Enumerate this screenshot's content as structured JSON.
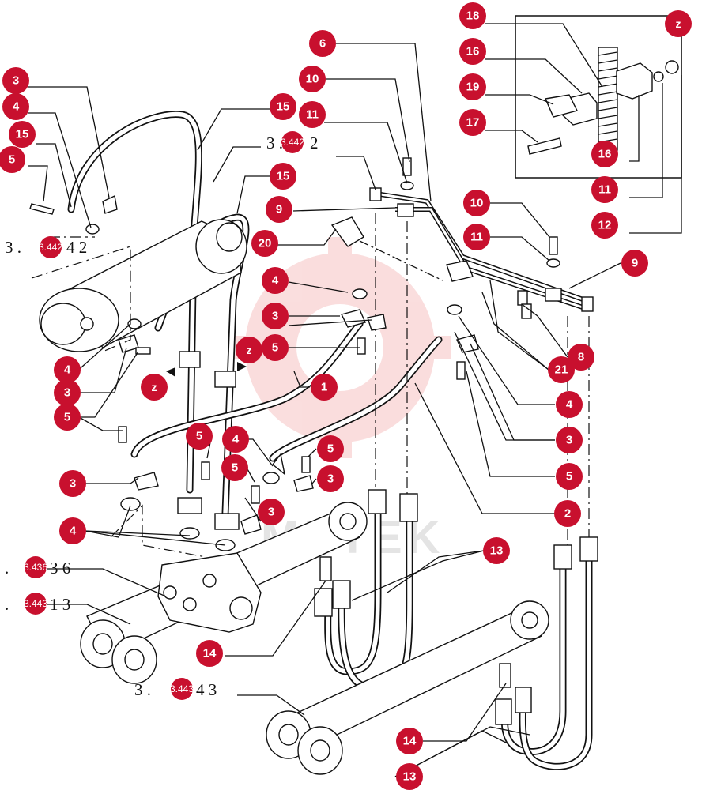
{
  "diagram": {
    "badge_color": "#c8102e",
    "watermark": {
      "text": "MIITEK",
      "color": "#f2a0a0"
    },
    "callouts": [
      {
        "n": "1"
      },
      {
        "n": "2"
      },
      {
        "n": "3"
      },
      {
        "n": "4"
      },
      {
        "n": "5"
      },
      {
        "n": "6"
      },
      {
        "n": "8"
      },
      {
        "n": "9"
      },
      {
        "n": "10"
      },
      {
        "n": "11"
      },
      {
        "n": "12"
      },
      {
        "n": "13"
      },
      {
        "n": "14"
      },
      {
        "n": "15"
      },
      {
        "n": "16"
      },
      {
        "n": "17"
      },
      {
        "n": "18"
      },
      {
        "n": "19"
      },
      {
        "n": "20"
      },
      {
        "n": "21"
      }
    ],
    "detail_marker": "z",
    "references": [
      {
        "prefix": "3 .",
        "code": "3.442",
        "suffix": "2"
      },
      {
        "prefix": "3 .",
        "code": "3.442",
        "suffix": "4 2"
      },
      {
        "prefix": ".",
        "code": "3.436",
        "suffix": "3 6"
      },
      {
        "prefix": ".",
        "code": "3.443",
        "suffix": "1 3"
      },
      {
        "prefix": "3 .",
        "code": "3.443",
        "suffix": "4 3"
      }
    ]
  }
}
